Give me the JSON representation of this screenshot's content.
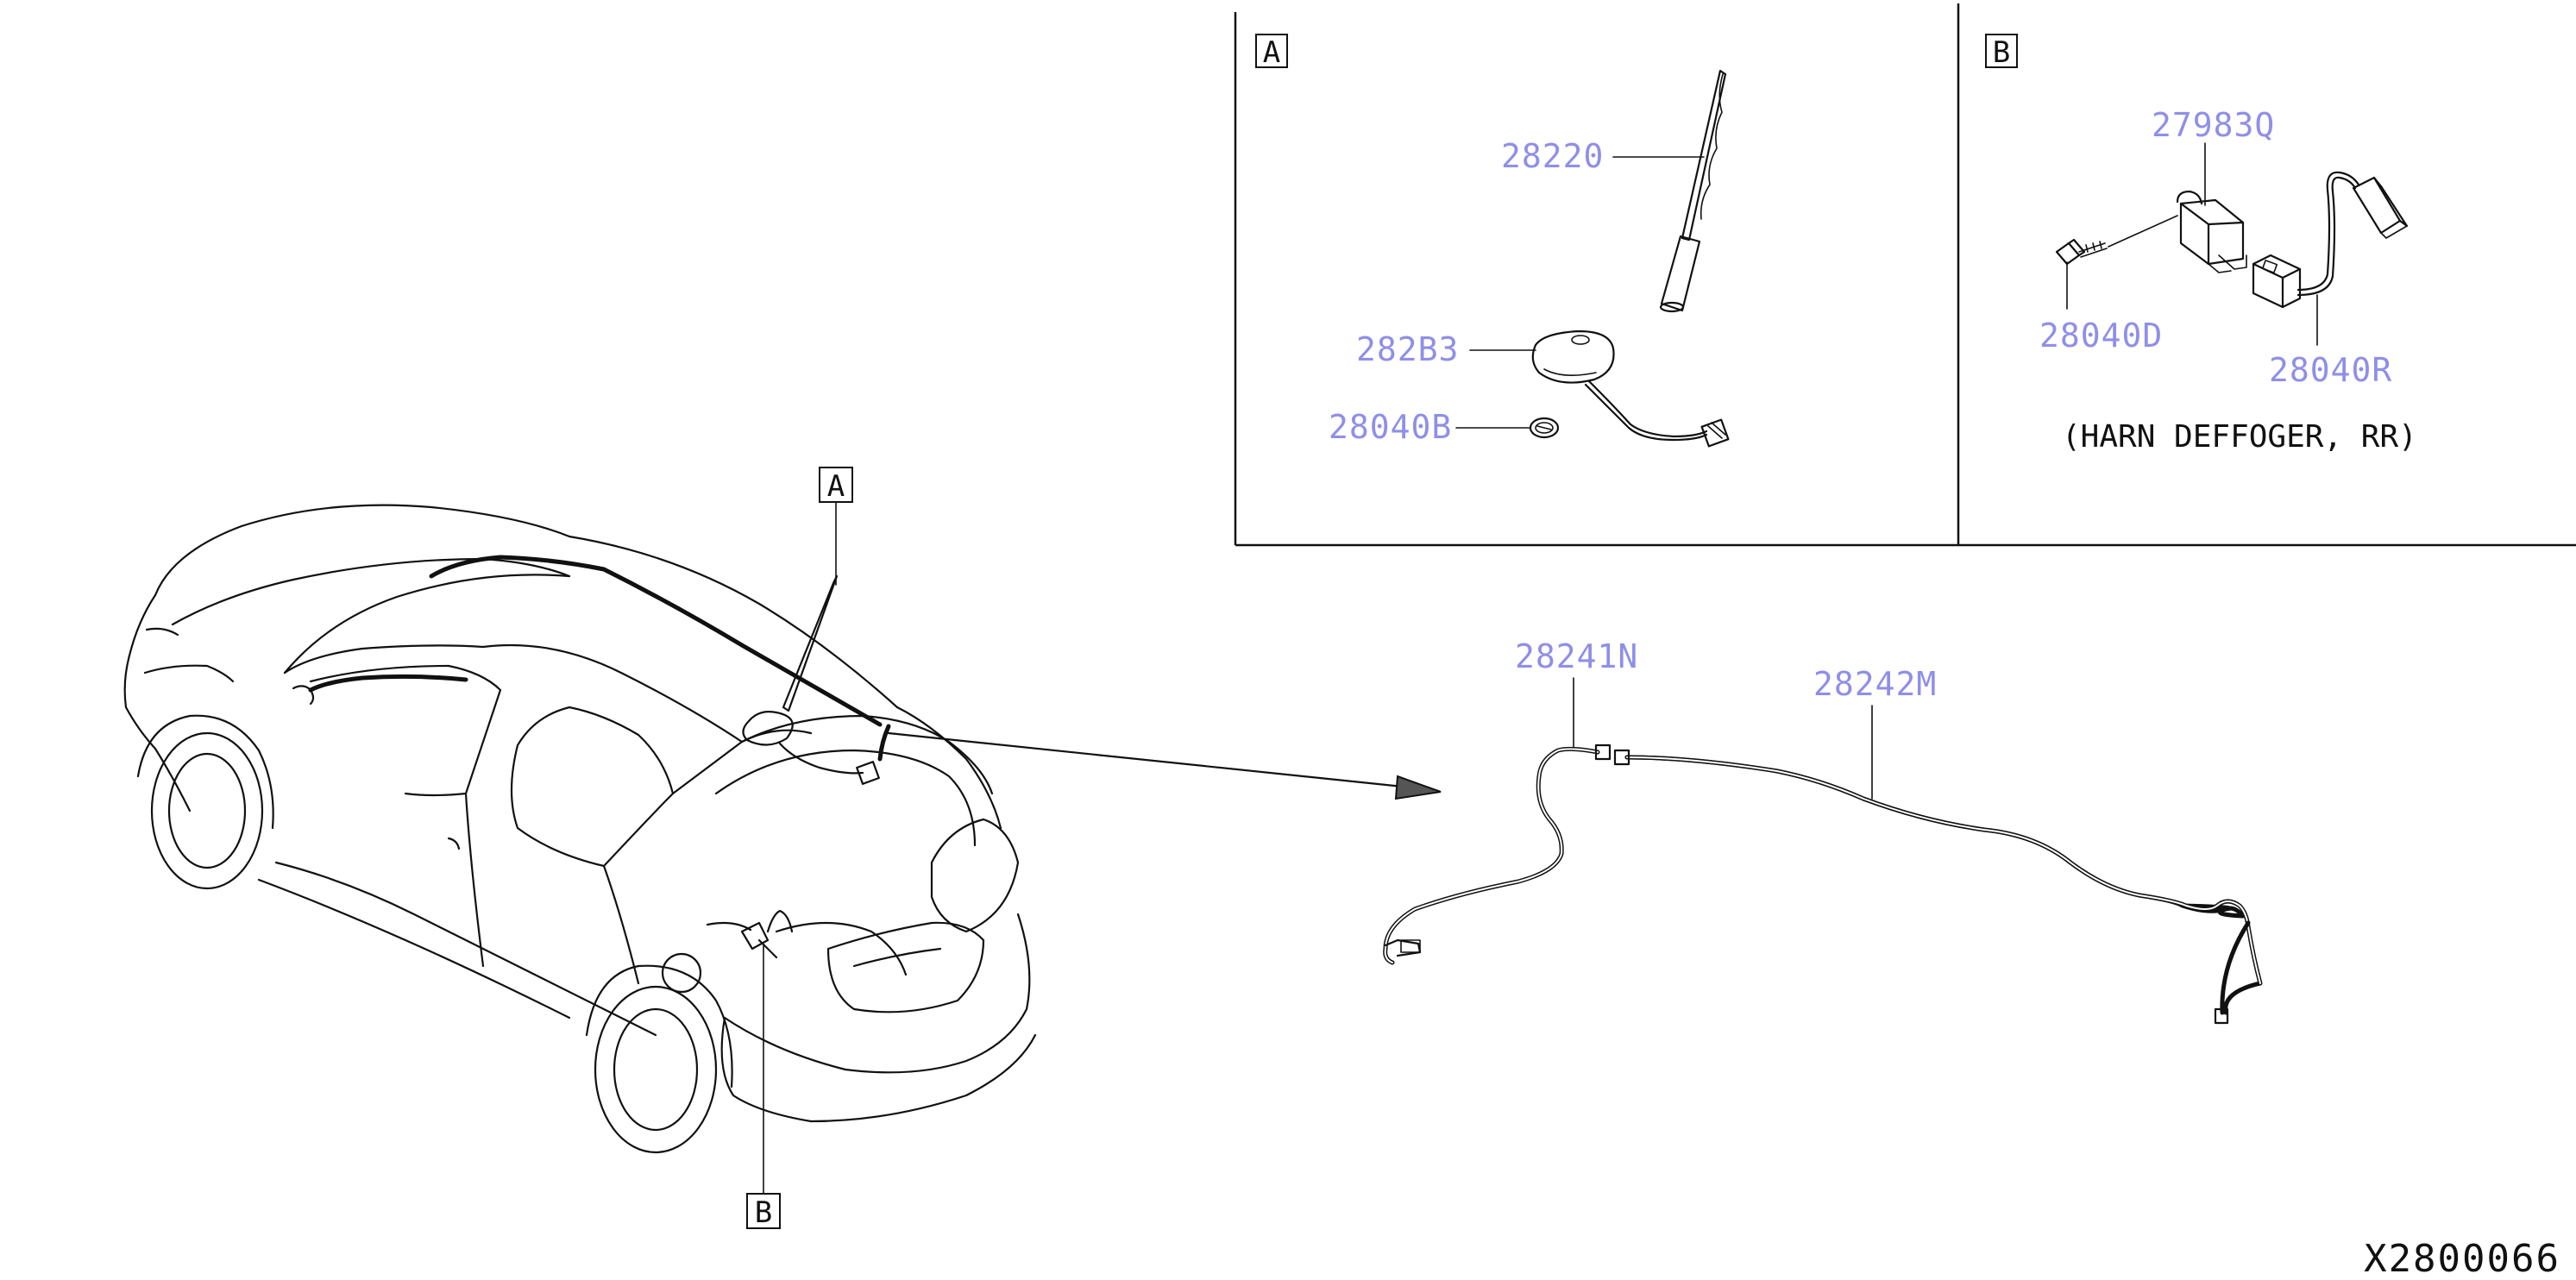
{
  "diagram": {
    "code": "X2800066",
    "views": {
      "a": {
        "label": "A"
      },
      "b": {
        "label": "B"
      }
    },
    "parts": {
      "antenna_rod": "28220",
      "antenna_base": "282B3",
      "antenna_seal": "28040B",
      "module": "27983Q",
      "bolt": "28040D",
      "harness_b": "28040R",
      "feeder_front": "28241N",
      "feeder_rear": "28242M"
    },
    "notes": {
      "harn_deffoger": "(HARN DEFFOGER, RR)"
    }
  }
}
